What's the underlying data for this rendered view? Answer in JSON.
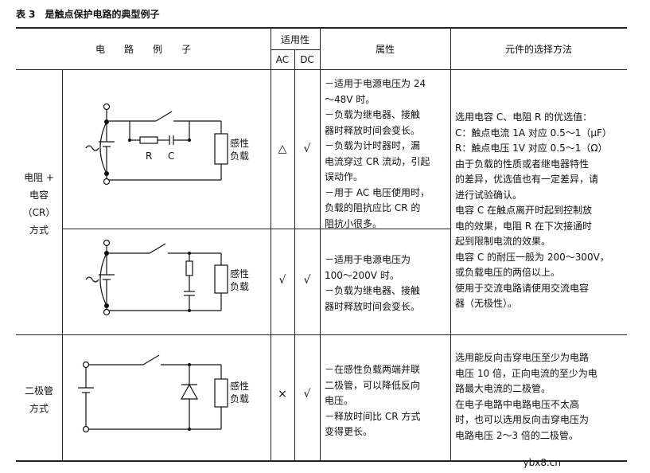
{
  "caption": {
    "number": "表 3",
    "title": "是触点保护电路的典型例子"
  },
  "headers": {
    "circuit_example": "电　　路　　例　　子",
    "applicability": "适用性",
    "ac": "AC",
    "dc": "DC",
    "properties": "属性",
    "selection": "元件的选择方法"
  },
  "groups": {
    "rc": {
      "label_lines": [
        "电阻 +",
        "电容",
        "（CR）",
        "方式"
      ]
    },
    "diode": {
      "label_lines": [
        "二极管",
        "方式"
      ]
    }
  },
  "rows": [
    {
      "ac": "△",
      "dc": "√",
      "properties": [
        "－适用于电源电压为 24",
        "～48V 时。",
        "－负载为继电器、接触",
        "器时释放时间会变长。",
        "－负载为计时器时，漏",
        "电流穿过 CR 流动，引起",
        "误动作。",
        "－用于 AC 电压使用时，",
        "负载的阻抗应比 CR 的",
        "阻抗小很多。"
      ],
      "circuit": {
        "load_label": "感性负载",
        "r_label": "R",
        "c_label": "C"
      }
    },
    {
      "ac": "√",
      "dc": "√",
      "properties": [
        "－适用于电源电压为",
        "100～200V 时。",
        "－负载为继电器、接触",
        "器时释放时间会变长。"
      ],
      "circuit": {
        "load_label": "感性负载"
      }
    },
    {
      "ac": "×",
      "dc": "√",
      "properties": [
        "－在感性负载两端并联",
        "二极管，可以降低反向",
        "电压。",
        "－释放时间比 CR 方式",
        "变得更长。"
      ],
      "circuit": {
        "load_label": "感性负载"
      }
    }
  ],
  "selection": {
    "rc": [
      "选用电容 C、电阻 R 的优选值：",
      "C：触点电流 1A 对应 0.5～1（μF）",
      "R：触点电压 1V 对应 0.5～1（Ω）",
      "由于负载的性质或者继电器特性",
      "的差异，优选值也有一定差异，请",
      "进行试验确认。",
      "电容 C 在触点离开时起到控制放",
      "电的效果，电阻 R 在下次接通时",
      "起到限制电流的效果。",
      "电容 C 的耐压一般为 200～300V，",
      "或负载电压的两倍以上。",
      "使用于交流电路请使用交流电容",
      "器（无极性）。"
    ],
    "diode": [
      "选用能反向击穿电压至少为电路",
      "电压 10 倍，正向电流的至少为电",
      "路最大电流的二极管。",
      "在电子电路中电路电压不太高",
      "时，也可以选用反向击穿电压为",
      "电路电压 2～3 倍的二极管。"
    ]
  },
  "watermark": "ybx8.cn"
}
